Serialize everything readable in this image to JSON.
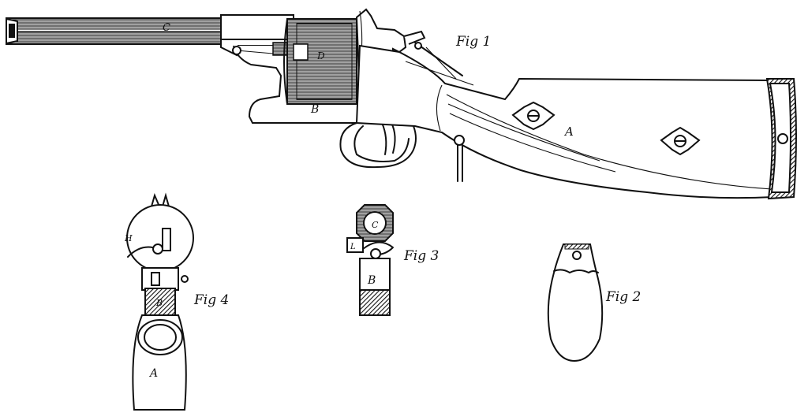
{
  "figures": {
    "fig1": {
      "title": "Fig 1",
      "labels": {
        "barrel": "C",
        "cylinder": "D",
        "frame": "B",
        "stock": "A"
      }
    },
    "fig2": {
      "title": "Fig 2"
    },
    "fig3": {
      "title": "Fig 3",
      "labels": {
        "muzzle": "C",
        "latch": "L",
        "frame": "B"
      }
    },
    "fig4": {
      "title": "Fig 4",
      "labels": {
        "spring": "H",
        "block": "B",
        "stock": "A"
      }
    }
  }
}
